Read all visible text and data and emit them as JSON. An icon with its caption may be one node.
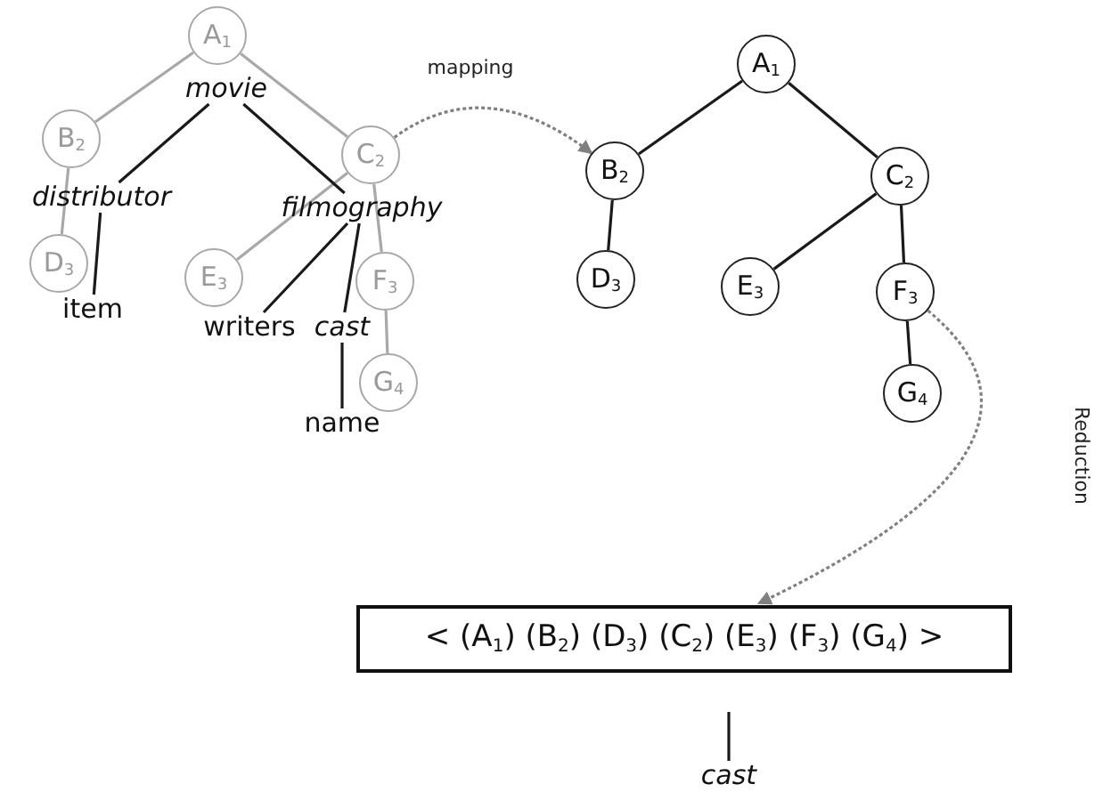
{
  "diagram": {
    "nodes": [
      {
        "text": [
          "A$_{1}$"
        ]
      },
      {
        "text": [
          "B$_{2}$"
        ]
      },
      {
        "text": [
          "C$_{2}$"
        ]
      },
      {
        "text": [
          "D$_{3}$"
        ]
      },
      {
        "text": [
          "E$_{3}$"
        ]
      },
      {
        "text": [
          "F$_{3}$"
        ]
      },
      {
        "text": [
          "G$_{4}$"
        ]
      },
      {
        "text": [
          "movie"
        ]
      },
      {
        "text": [
          "distributor"
        ]
      },
      {
        "text": [
          "filmography"
        ]
      },
      {
        "text": [
          "item"
        ]
      },
      {
        "text": [
          "writers"
        ]
      },
      {
        "text": [
          "cast"
        ]
      },
      {
        "text": [
          "name"
        ]
      },
      {
        "text": [
          "A$_{1}$"
        ]
      },
      {
        "text": [
          "B$_{2}$"
        ]
      },
      {
        "text": [
          "C$_{2}$"
        ]
      },
      {
        "text": [
          "D$_{3}$"
        ]
      },
      {
        "text": [
          "E$_{3}$"
        ]
      },
      {
        "text": [
          "F$_{3}$"
        ]
      },
      {
        "text": [
          "G$_{4}$"
        ]
      },
      {
        "text": [
          "< (A$_{1}$) (B$_{2}$) (D$_{3}$) (C$_{2}$) (E$_{3}$) (F$_{3}$) (G$_{4}$) >"
        ]
      },
      {
        "text": [
          "cast"
        ]
      }
    ],
    "edges": [
      {
        "from": 0,
        "to": 1,
        "arrow": "none",
        "color": "#a8a8a8"
      },
      {
        "from": 0,
        "to": 2,
        "arrow": "none",
        "color": "#a8a8a8"
      },
      {
        "from": 1,
        "to": 3,
        "arrow": "none",
        "color": "#a8a8a8"
      },
      {
        "from": 2,
        "to": 4,
        "arrow": "none",
        "color": "#a8a8a8"
      },
      {
        "from": 2,
        "to": 5,
        "arrow": "none",
        "color": "#a8a8a8"
      },
      {
        "from": 5,
        "to": 6,
        "arrow": "none",
        "color": "#a8a8a8"
      },
      {
        "from": 7,
        "to": 8,
        "arrow": "none"
      },
      {
        "from": 7,
        "to": 9,
        "arrow": "none"
      },
      {
        "from": 8,
        "to": 10,
        "arrow": "none"
      },
      {
        "from": 9,
        "to": 11,
        "arrow": "none"
      },
      {
        "from": 9,
        "to": 12,
        "arrow": "none"
      },
      {
        "from": 12,
        "to": 13,
        "arrow": "none"
      },
      {
        "from": 14,
        "to": 15,
        "arrow": "none"
      },
      {
        "from": 14,
        "to": 16,
        "arrow": "none"
      },
      {
        "from": 15,
        "to": 17,
        "arrow": "none"
      },
      {
        "from": 16,
        "to": 18,
        "arrow": "none"
      },
      {
        "from": 16,
        "to": 19,
        "arrow": "none"
      },
      {
        "from": 19,
        "to": 20,
        "arrow": "none"
      },
      {
        "from": 2,
        "to": 15,
        "arrow": "to",
        "label": "mapping",
        "style": "dashed",
        "color": "#808080"
      },
      {
        "from": 19,
        "to": 21,
        "arrow": "to",
        "label": "Reduction",
        "style": "dashed",
        "color": "#808080"
      },
      {
        "from": null,
        "to": 22,
        "arrow": "none"
      }
    ]
  }
}
